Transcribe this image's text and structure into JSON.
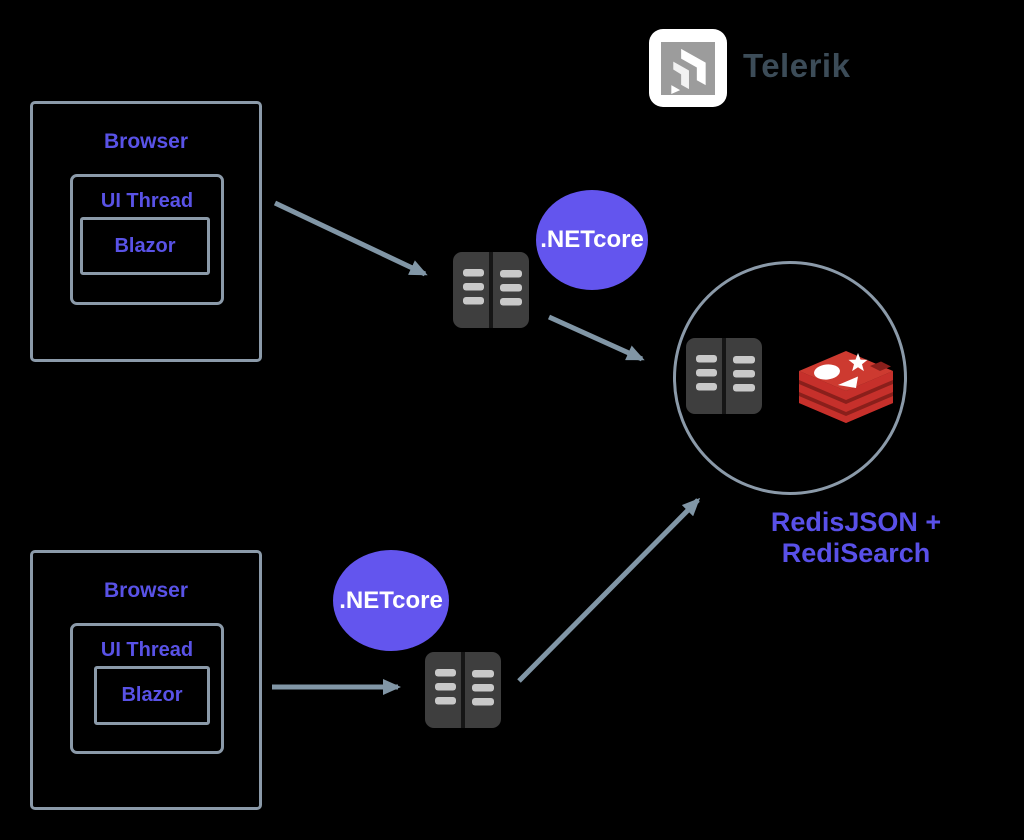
{
  "brand": {
    "name": "Telerik",
    "icon": "telerik-progress-arrow-icon"
  },
  "nodes": {
    "browser_top": {
      "label": "Browser",
      "ui_thread_label": "UI Thread",
      "blazor_label": "Blazor"
    },
    "browser_bottom": {
      "label": "Browser",
      "ui_thread_label": "UI Thread",
      "blazor_label": "Blazor"
    },
    "netcore_top": {
      "label": ".NETcore"
    },
    "netcore_bottom": {
      "label": ".NETcore"
    },
    "server_icon": "server-rack-icon",
    "redis": {
      "caption": "RedisJSON + RediSearch",
      "icon": "redis-database-icon"
    }
  },
  "colors": {
    "background": "#000000",
    "outline_slate": "#8b9aa9",
    "arrow_slate": "#8196a6",
    "label_purple": "#5952e6",
    "netcore_purple": "#6355ee",
    "netcore_text": "#ffffff",
    "server_body": "#3e3e3e",
    "server_slots": "#c9c9c9",
    "redis_red": "#c6302b",
    "redis_red_dark": "#8a1f1b",
    "redis_red_top": "#cd3a30",
    "telerik_text": "#3c4c58",
    "logo_square_gray": "#9c9c9c"
  }
}
